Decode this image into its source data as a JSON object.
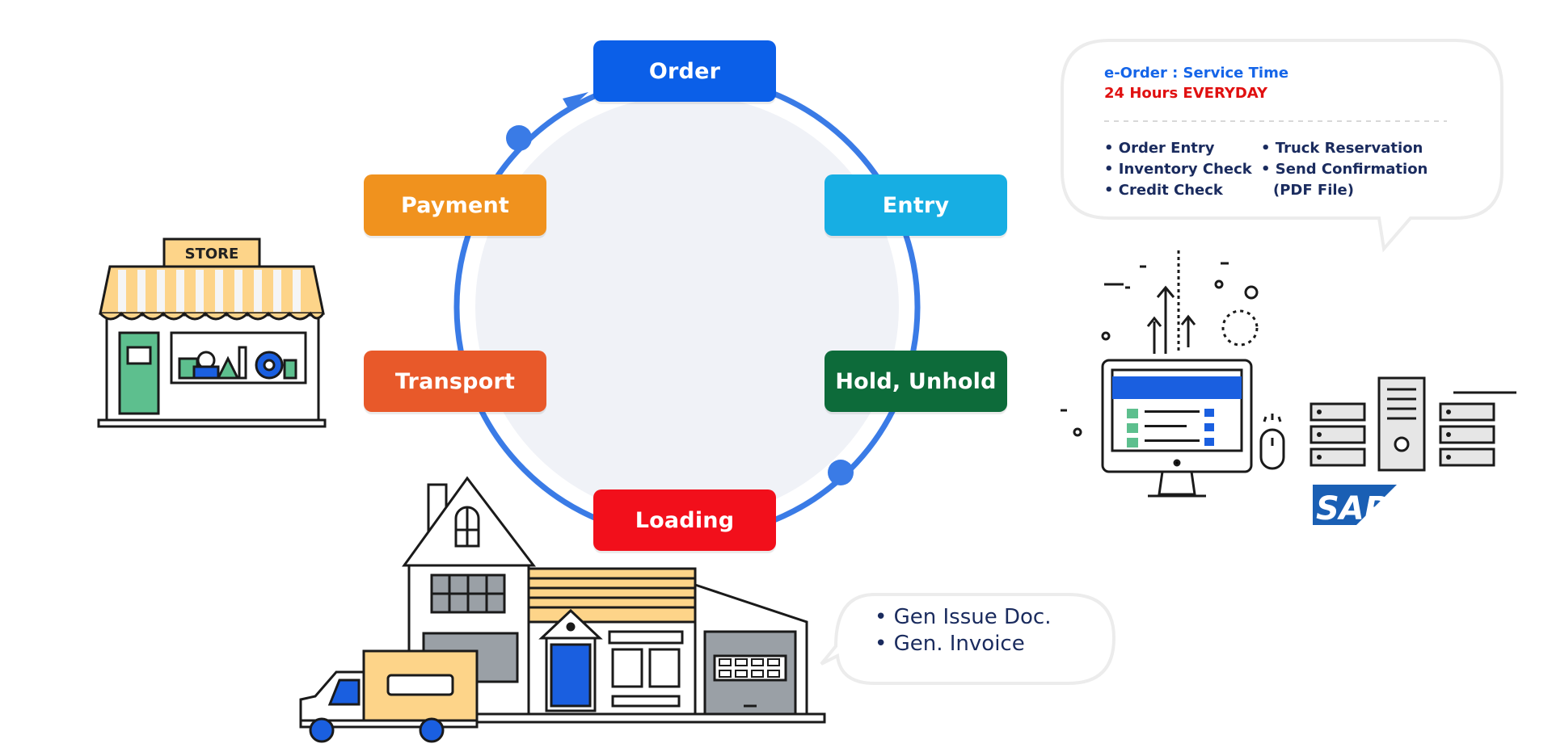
{
  "cycle": {
    "steps": [
      {
        "key": "order",
        "label": "Order",
        "color": "#0b5fe8"
      },
      {
        "key": "entry",
        "label": "Entry",
        "color": "#17aee3"
      },
      {
        "key": "hold",
        "label": "Hold, Unhold",
        "color": "#0d6b3a"
      },
      {
        "key": "loading",
        "label": "Loading",
        "color": "#f20f1b"
      },
      {
        "key": "transport",
        "label": "Transport",
        "color": "#e8592a"
      },
      {
        "key": "payment",
        "label": "Payment",
        "color": "#f0921e"
      }
    ],
    "ring_color": "#3a7be6",
    "fill_color": "#f0f2f7"
  },
  "store": {
    "sign": "STORE"
  },
  "service": {
    "title": "e-Order : Service Time",
    "hours": "24 Hours EVERYDAY",
    "left_items": [
      "• Order Entry",
      "• Inventory Check",
      "• Credit Check"
    ],
    "right_items": [
      "• Truck Reservation",
      "• Send Confirmation",
      "(PDF File)"
    ]
  },
  "loading_bubble": {
    "items": [
      "• Gen Issue Doc.",
      "• Gen. Invoice"
    ]
  },
  "sap": {
    "logo_text": "SAP"
  },
  "icons": {
    "store": "store-icon",
    "house": "house-icon",
    "truck": "delivery-truck-icon",
    "computer": "desktop-computer-icon",
    "servers": "server-rack-icon",
    "sap": "sap-logo-icon"
  }
}
